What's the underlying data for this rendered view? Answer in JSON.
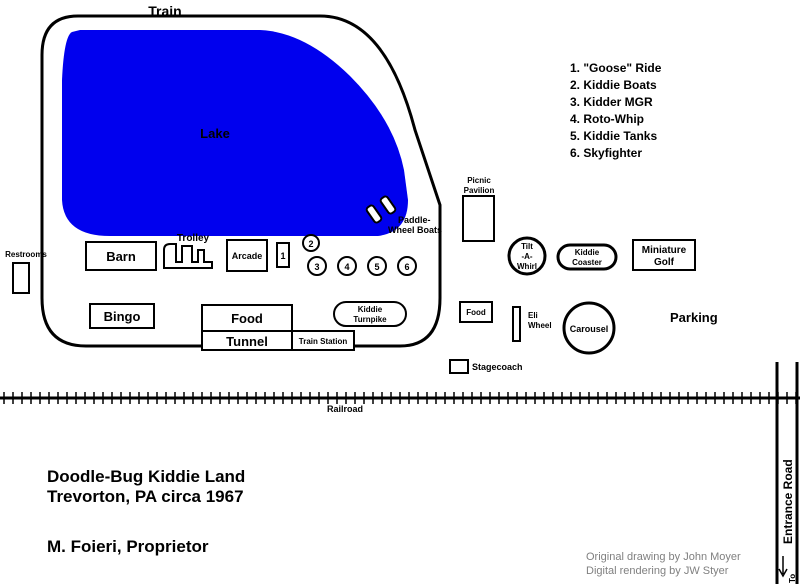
{
  "labels": {
    "train": "Train",
    "lake": "Lake",
    "paddle_boats_1": "Paddle-",
    "paddle_boats_2": "Wheel Boats",
    "picnic_1": "Picnic",
    "picnic_2": "Pavilion",
    "restrooms": "Restrooms",
    "barn": "Barn",
    "trolley": "Trolley",
    "arcade": "Arcade",
    "bingo": "Bingo",
    "food_main": "Food",
    "tunnel": "Tunnel",
    "train_station": "Train Station",
    "kiddie_turnpike_1": "Kiddie",
    "kiddie_turnpike_2": "Turnpike",
    "food_small": "Food",
    "tilt_1": "Tilt",
    "tilt_2": "-A-",
    "tilt_3": "Whirl",
    "kiddie_coaster_1": "Kiddie",
    "kiddie_coaster_2": "Coaster",
    "mini_golf_1": "Miniature",
    "mini_golf_2": "Golf",
    "eli_1": "Eli",
    "eli_2": "Wheel",
    "carousel": "Carousel",
    "parking": "Parking",
    "stagecoach": "Stagecoach",
    "railroad": "Railroad",
    "entrance_road": "Entrance Road",
    "to": "To"
  },
  "ride_numbers": [
    "1",
    "2",
    "3",
    "4",
    "5",
    "6"
  ],
  "legend": [
    "1. \"Goose\" Ride",
    "2. Kiddie Boats",
    "3. Kidder MGR",
    "4. Roto-Whip",
    "5. Kiddie Tanks",
    "6. Skyfighter"
  ],
  "title": {
    "line1": "Doodle-Bug Kiddie Land",
    "line2": "Trevorton, PA circa 1967",
    "line3": "M. Foieri, Proprietor"
  },
  "credits": {
    "line1": "Original drawing by John Moyer",
    "line2": "Digital rendering by JW Styer"
  },
  "colors": {
    "lake": "#0000ee",
    "ink": "#000000",
    "credit": "#808080"
  }
}
